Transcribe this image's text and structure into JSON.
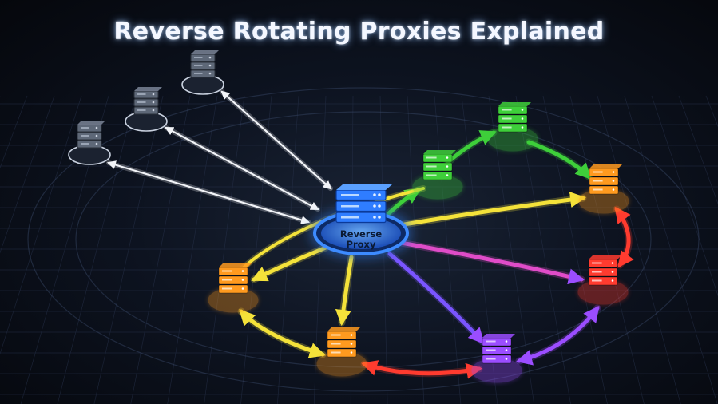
{
  "title": "Reverse Rotating Proxies Explained",
  "hub": {
    "label_line1": "Reverse",
    "label_line2": "Proxy",
    "icon": "server-stack-icon",
    "color": "#2f7dff"
  },
  "nodes": [
    {
      "id": "client-1",
      "group": "client",
      "color": "#4a5464"
    },
    {
      "id": "client-2",
      "group": "client",
      "color": "#4a5464"
    },
    {
      "id": "client-3",
      "group": "client",
      "color": "#4a5464"
    },
    {
      "id": "green-1",
      "group": "proxy",
      "color": "#3ecf3a"
    },
    {
      "id": "green-2",
      "group": "proxy",
      "color": "#3ecf3a"
    },
    {
      "id": "orange-1",
      "group": "proxy",
      "color": "#ff9a1f"
    },
    {
      "id": "red-1",
      "group": "proxy",
      "color": "#ff3b2f"
    },
    {
      "id": "purple-1",
      "group": "proxy",
      "color": "#9b4dff"
    },
    {
      "id": "orange-2",
      "group": "proxy",
      "color": "#ff9a1f"
    },
    {
      "id": "orange-3",
      "group": "proxy",
      "color": "#ff9a1f"
    }
  ],
  "colors": {
    "client": "#4a5464",
    "green": "#3ecf3a",
    "orange": "#ff9a1f",
    "red": "#ff3b2f",
    "purple": "#9b4dff",
    "yellow": "#f4e23a",
    "white": "#f2f4f8",
    "hub": "#2f7dff"
  }
}
